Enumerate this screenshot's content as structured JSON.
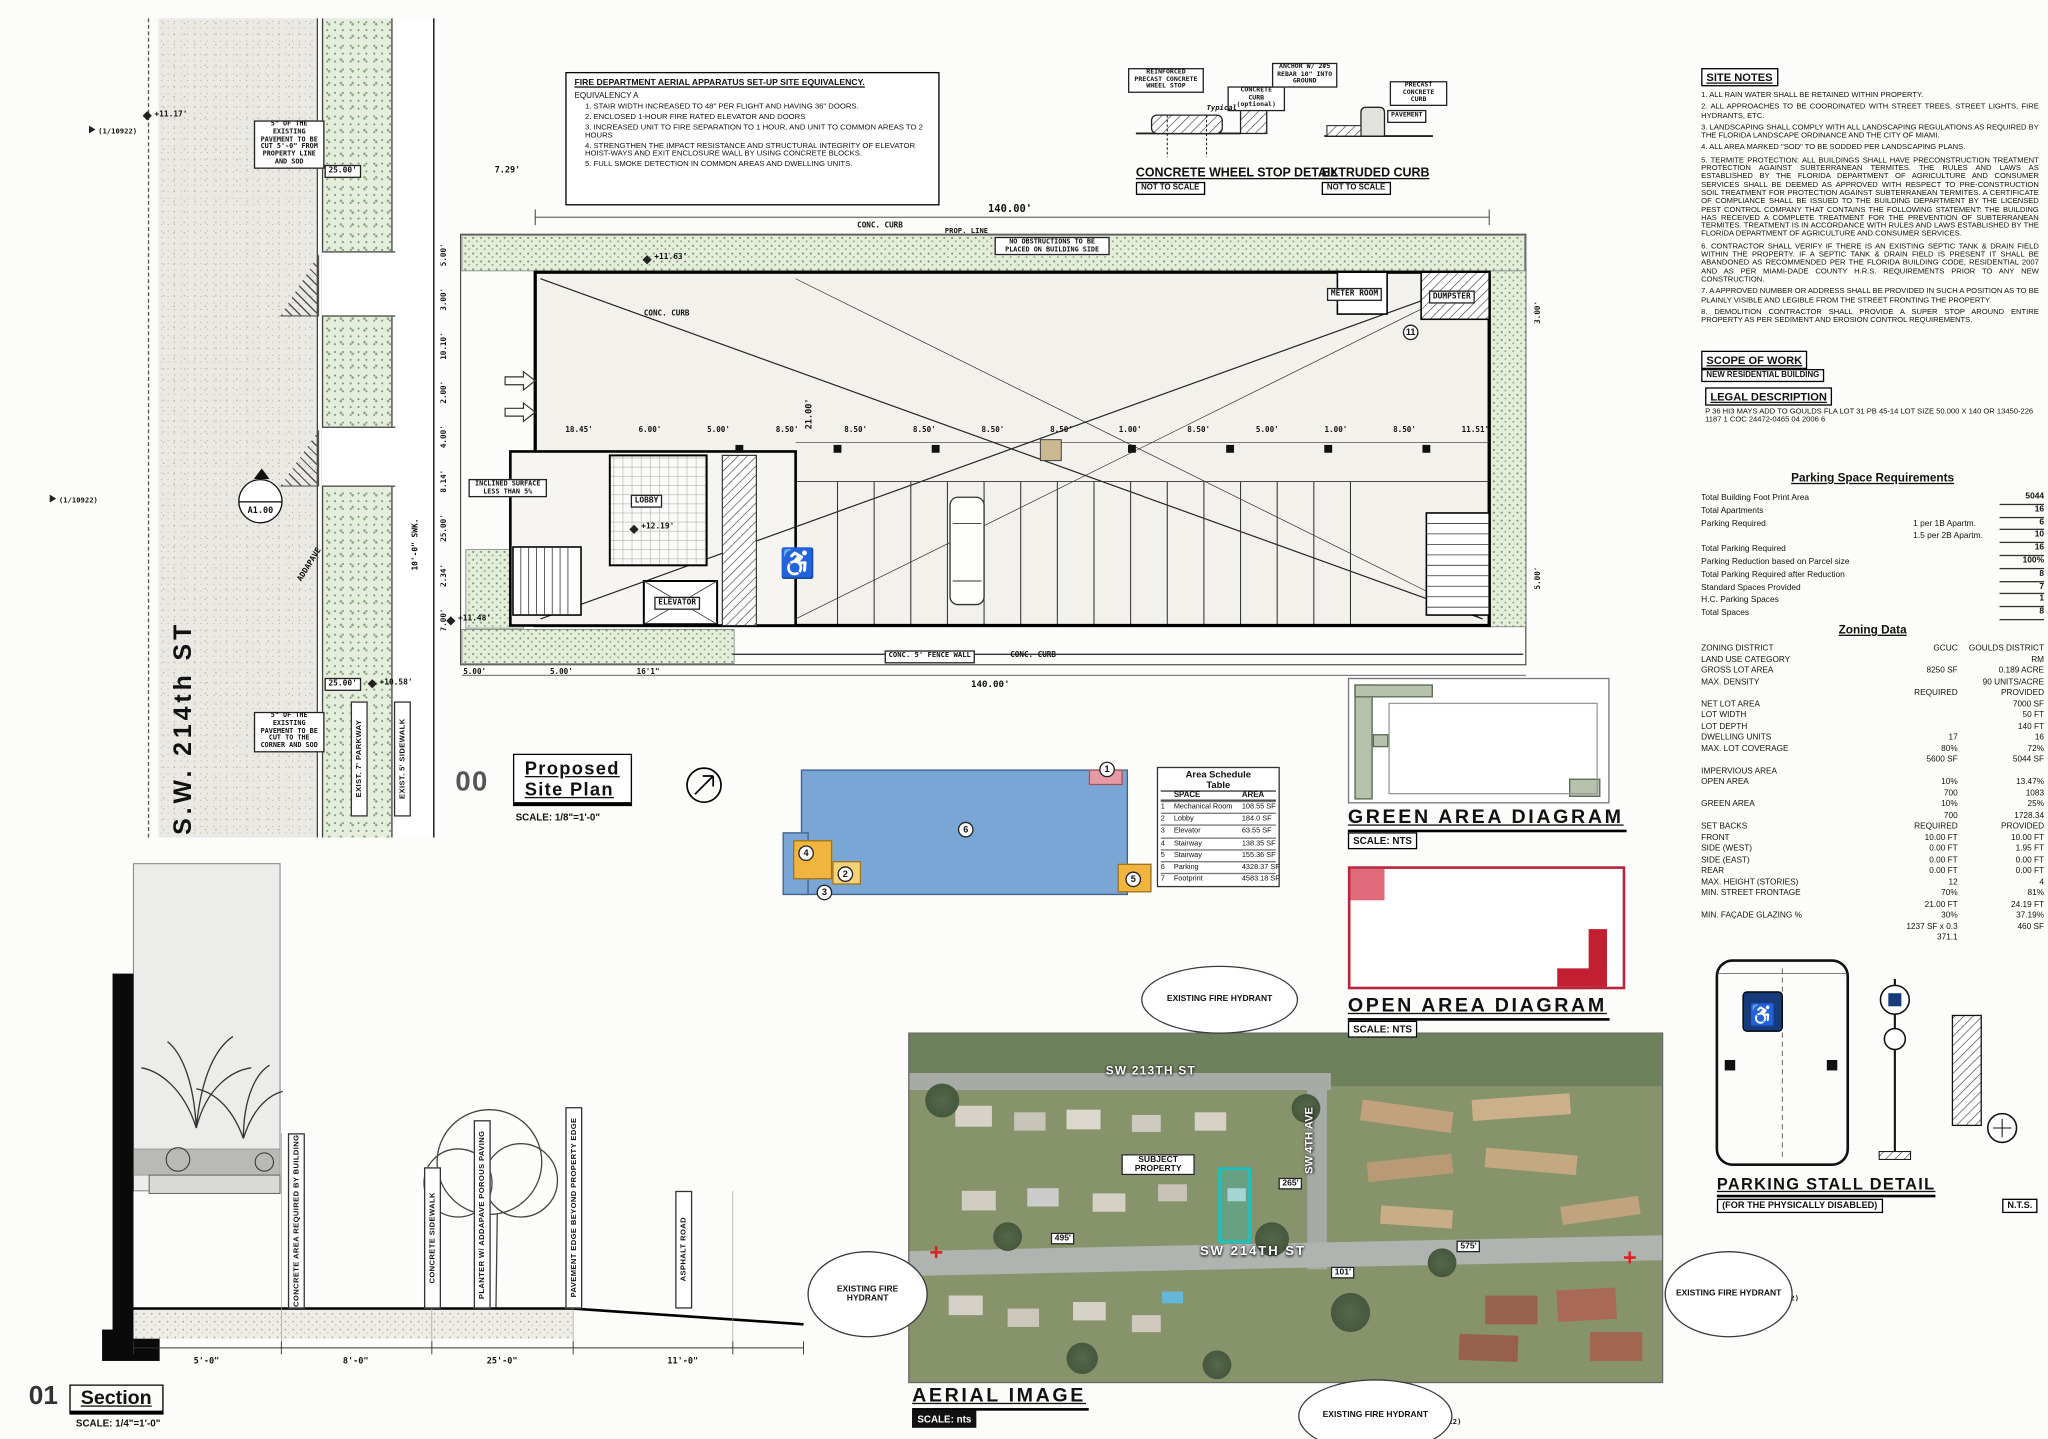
{
  "icons": {
    "wheelchair": "♿"
  },
  "flags": {
    "text": "(1/10922)"
  },
  "street": {
    "name": "S.W. 214th ST",
    "parkway": "EXIST. 7' PARKWAY",
    "sidewalk": "EXIST. 5' SIDEWALK",
    "cut_note_top": "5\" OF THE EXISTING PAVEMENT TO BE CUT 5'-0\" FROM PROPERTY LINE AND SOD",
    "cut_note_bottom": "5\" OF THE EXISTING PAVEMENT TO BE CUT TO THE CORNER AND SOD",
    "station": "25.00'",
    "section_marker": "A1.00",
    "swk": "10'-0\" SWK.",
    "addapave": "ADDAPAVE"
  },
  "fire_equiv": {
    "title": "FIRE DEPARTMENT AERIAL APPARATUS SET-UP SITE EQUIVALENCY.",
    "subtitle": "EQUIVALENCY A",
    "items": [
      "1. STAIR WIDTH INCREASED TO 48\" PER FLIGHT AND HAVING 36\" DOORS.",
      "2. ENCLOSED 1-HOUR FIRE RATED ELEVATOR AND DOORS",
      "3. INCREASED UNIT TO FIRE SEPARATION TO 1 HOUR, AND UNIT TO COMMON AREAS TO 2 HOURS",
      "4. STRENGTHEN THE IMPACT RESISTANCE AND STRUCTURAL INTEGRITY OF ELEVATOR HOIST-WAYS AND EXIT ENCLOSURE WALL BY USING CONCRETE BLOCKS.",
      "5. FULL SMOKE DETECTION IN COMMON AREAS AND DWELLING UNITS."
    ]
  },
  "wheel_stop": {
    "title": "CONCRETE WHEEL STOP DETAIL",
    "scale": "NOT TO SCALE",
    "lbl_wheel": "REINFORCED PRECAST CONCRETE WHEEL STOP",
    "lbl_curb": "CONCRETE CURB (optional)",
    "lbl_typ": "Typical",
    "lbl_anchor": "ANCHOR W/ 2#5 REBAR 10\" INTO GROUND"
  },
  "extruded_curb": {
    "title": "EXTRUDED CURB",
    "scale": "NOT TO SCALE",
    "lbl_precast": "PRECAST CONCRETE CURB",
    "lbl_pavement": "PAVEMENT"
  },
  "site_notes": {
    "title": "SITE NOTES",
    "items": [
      "1. ALL RAIN WATER SHALL BE RETAINED WITHIN PROPERTY.",
      "2. ALL APPROACHES TO BE COORDINATED WITH STREET TREES, STREET LIGHTS, FIRE HYDRANTS, ETC.",
      "3. LANDSCAPING SHALL COMPLY WITH ALL LANDSCAPING REGULATIONS AS REQUIRED BY THE FLORIDA LANDSCAPE ORDINANCE AND THE CITY OF MIAMI.",
      "4. ALL AREA MARKED \"SOD\" TO BE SODDED PER LANDSCAPING PLANS.",
      "5. TERMITE PROTECTION: ALL BUILDINGS SHALL HAVE PRECONSTRUCTION TREATMENT PROTECTION AGAINST SUBTERRANEAN TERMITES. THE RULES AND LAWS AS ESTABLISHED BY THE FLORIDA DEPARTMENT OF AGRICULTURE AND CONSUMER SERVICES SHALL BE DEEMED AS APPROVED WITH RESPECT TO PRE-CONSTRUCTION SOIL TREATMENT FOR PROTECTION AGAINST SUBTERRANEAN TERMITES. A CERTIFICATE OF COMPLIANCE SHALL BE ISSUED TO THE BUILDING DEPARTMENT BY THE LICENSED PEST CONTROL COMPANY THAT CONTAINS THE FOLLOWING STATEMENT: THE BUILDING HAS RECEIVED A COMPLETE TREATMENT FOR THE PREVENTION OF SUBTERRANEAN TERMITES. TREATMENT IS IN ACCORDANCE WITH RULES AND LAWS ESTABLISHED BY THE FLORIDA DEPARTMENT OF AGRICULTURE AND CONSUMER SERVICES.",
      "6. CONTRACTOR SHALL VERIFY IF THERE IS AN EXISTING SEPTIC TANK & DRAIN FIELD WITHIN THE PROPERTY. IF A SEPTIC TANK & DRAIN FIELD IS PRESENT IT SHALL BE ABANDONED AS RECOMMENDED PER THE FLORIDA BUILDING CODE, RESIDENTIAL 2007 AND AS PER MIAMI-DADE COUNTY H.R.S. REQUIREMENTS PRIOR TO ANY NEW CONSTRUCTION.",
      "7. A APPROVED NUMBER OR ADDRESS SHALL BE PROVIDED IN SUCH A POSITION AS TO BE PLAINLY VISIBLE AND LEGIBLE FROM THE STREET FRONTING THE PROPERTY.",
      "8. DEMOLITION CONTRACTOR SHALL PROVIDE A SUPER STOP AROUND ENTIRE PROPERTY AS PER SEDIMENT AND EROSION CONTROL REQUIREMENTS."
    ]
  },
  "scope": {
    "title": "SCOPE OF WORK",
    "text": "NEW RESIDENTIAL BUILDING"
  },
  "legal": {
    "title": "LEGAL DESCRIPTION",
    "text": "P 36 HI3 MAYS ADD TO GOULDS FLA LOT 31 PB 45-14 LOT SIZE 50.000 X 140 OR 13450-226 1187 1 COC 24472-0465 04 2006 6"
  },
  "parking_req": {
    "title": "Parking Space Requirements",
    "rows": [
      {
        "label": "Total Building Foot Print Area",
        "mid": "",
        "val": "5044"
      },
      {
        "label": "Total Apartments",
        "mid": "",
        "val": "16"
      },
      {
        "label": "Parking Required",
        "mid": "1 per 1B Apartm.",
        "val": "6"
      },
      {
        "label": "",
        "mid": "1.5 per 2B Apartm.",
        "val": "10"
      },
      {
        "label": "Total Parking Required",
        "mid": "",
        "val": "16"
      },
      {
        "label": "Parking Reduction based on Parcel size",
        "mid": "",
        "val": "100%"
      },
      {
        "label": "Total Parking Required after Reduction",
        "mid": "",
        "val": "8"
      },
      {
        "label": "Standard Spaces Provided",
        "mid": "",
        "val": "7"
      },
      {
        "label": "H.C. Parking Spaces",
        "mid": "",
        "val": "1"
      },
      {
        "label": "Total Spaces",
        "mid": "",
        "val": "8"
      }
    ]
  },
  "zoning": {
    "title": "Zoning Data",
    "rows": [
      {
        "label": "ZONING DISTRICT",
        "req": "GCUC",
        "prov": "GOULDS DISTRICT"
      },
      {
        "label": "LAND USE CATEGORY",
        "req": "",
        "prov": "RM"
      },
      {
        "label": "GROSS LOT AREA",
        "req": "8250 SF",
        "prov": "0.189 ACRE"
      },
      {
        "label": "MAX. DENSITY",
        "req": "",
        "prov": "90 UNITS/ACRE"
      },
      {
        "label": "",
        "req": "REQUIRED",
        "prov": "PROVIDED"
      },
      {
        "label": "NET LOT AREA",
        "req": "",
        "prov": "7000 SF"
      },
      {
        "label": "LOT WIDTH",
        "req": "",
        "prov": "50 FT"
      },
      {
        "label": "LOT DEPTH",
        "req": "",
        "prov": "140 FT"
      },
      {
        "label": "DWELLING UNITS",
        "req": "17",
        "prov": "16"
      },
      {
        "label": "MAX. LOT COVERAGE",
        "req": "80%",
        "prov": "72%"
      },
      {
        "label": "",
        "req": "5600 SF",
        "prov": "5044 SF"
      },
      {
        "label": "IMPERVIOUS AREA",
        "req": "",
        "prov": ""
      },
      {
        "label": "OPEN AREA",
        "req": "10%",
        "prov": "13.47%"
      },
      {
        "label": "",
        "req": "700",
        "prov": "1083"
      },
      {
        "label": "GREEN AREA",
        "req": "10%",
        "prov": "25%"
      },
      {
        "label": "",
        "req": "700",
        "prov": "1728.34"
      },
      {
        "label": "SET BACKS",
        "req": "REQUIRED",
        "prov": "PROVIDED"
      },
      {
        "label": "FRONT",
        "req": "10.00 FT",
        "prov": "10.00 FT"
      },
      {
        "label": "SIDE (WEST)",
        "req": "0.00 FT",
        "prov": "1.95 FT"
      },
      {
        "label": "SIDE (EAST)",
        "req": "0.00 FT",
        "prov": "0.00 FT"
      },
      {
        "label": "REAR",
        "req": "0.00 FT",
        "prov": "0.00 FT"
      },
      {
        "label": "MAX. HEIGHT (STORIES)",
        "req": "12",
        "prov": "4"
      },
      {
        "label": "MIN. STREET FRONTAGE",
        "req": "70%",
        "prov": "81%"
      },
      {
        "label": "",
        "req": "21.00 FT",
        "prov": "24.19 FT"
      },
      {
        "label": "MIN. FAÇADE GLAZING %",
        "req": "30%",
        "prov": "37.19%"
      },
      {
        "label": "",
        "req": "1237 SF x 0.3",
        "prov": "460 SF"
      },
      {
        "label": "",
        "req": "371.1",
        "prov": ""
      }
    ]
  },
  "site_plan": {
    "labels": {
      "conc_curb": "CONC. CURB",
      "prop_line": "PROP. LINE",
      "no_obstruct": "NO OBSTRUCTIONS TO BE PLACED ON BUILDING SIDE",
      "meter_room": "METER ROOM",
      "dumpster": "DUMPSTER",
      "lobby": "LOBBY",
      "elevator": "ELEVATOR",
      "inclined": "INCLINED SURFACE LESS THAN 5%",
      "fence": "CONC. 5' FENCE WALL"
    },
    "keynote11": "11",
    "elev": {
      "e1": "+11.63'",
      "e2": "+12.19'",
      "e3": "+11.48'",
      "e4": "+10.58'",
      "e5": "+11.17'"
    },
    "dims": {
      "top": "140.00'",
      "bottom": "140.00'",
      "depth": "21.00'",
      "top_left": "7.29'",
      "stall_row": [
        "18.45'",
        "6.00'",
        "5.00'",
        "8.50'",
        "8.50'",
        "8.50'",
        "8.50'",
        "8.50'",
        "1.00'",
        "8.50'",
        "5.00'",
        "1.00'",
        "8.50'",
        "11.51'"
      ],
      "left_col": [
        "5.00'",
        "3.00'",
        "10.10'",
        "2.00'",
        "4.00'",
        "8.14'",
        "25.00'",
        "2.34'",
        "7.00'"
      ],
      "right_col": [
        "3.00'",
        "5.00'"
      ],
      "bottom_row": [
        "5.00'",
        "5.00'",
        "16'1\""
      ]
    }
  },
  "plan_title": {
    "num": "00",
    "line1": "Proposed",
    "line2": "Site Plan",
    "scale": "SCALE: 1/8\"=1'-0\""
  },
  "key_plan": {
    "n1": "1",
    "n2": "2",
    "n3": "3",
    "n4": "4",
    "n5": "5",
    "n6": "6"
  },
  "area_schedule": {
    "title1": "Area Schedule",
    "title2": "Table",
    "col_space": "SPACE",
    "col_area": "AREA",
    "rows": [
      {
        "n": "1",
        "space": "Mechanical Room",
        "area": "108.55 SF"
      },
      {
        "n": "2",
        "space": "Lobby",
        "area": "184.0 SF"
      },
      {
        "n": "3",
        "space": "Elevator",
        "area": "63.55 SF"
      },
      {
        "n": "4",
        "space": "Stairway",
        "area": "138.35 SF"
      },
      {
        "n": "5",
        "space": "Stairway",
        "area": "155.36 SF"
      },
      {
        "n": "6",
        "space": "Parking",
        "area": "4328.37 SF"
      },
      {
        "n": "7",
        "space": "Footprint",
        "area": "4583.18 SF"
      }
    ]
  },
  "green_diag": {
    "title": "GREEN AREA DIAGRAM",
    "scale": "SCALE: NTS"
  },
  "open_diag": {
    "title": "OPEN AREA DIAGRAM",
    "scale": "SCALE: NTS"
  },
  "stall_detail": {
    "title": "PARKING STALL DETAIL",
    "sub": "(FOR THE PHYSICALLY DISABLED)",
    "scale": "N.T.S."
  },
  "section_title": {
    "num": "01",
    "name": "Section",
    "scale": "SCALE: 1/4\"=1'-0\""
  },
  "section": {
    "strips": [
      "CONCRETE AREA REQUIRED BY BUILDING",
      "CONCRETE SIDEWALK",
      "PLANTER W/ ADDAPAVE POROUS PAVING",
      "PAVEMENT EDGE BEYOND PROPERTY EDGE",
      "ASPHALT ROAD"
    ],
    "dims": [
      "5'-0\"",
      "8'-0\"",
      "25'-0\"",
      "11'-0\""
    ]
  },
  "aerial": {
    "title": "AERIAL IMAGE",
    "scale": "SCALE: nts",
    "st_213": "SW 213TH ST",
    "st_214": "SW 214TH ST",
    "ave_4": "SW 4TH AVE",
    "subject": "SUBJECT PROPERTY",
    "d_495": "495'",
    "d_265": "265'",
    "d_101": "101'",
    "d_575": "575'",
    "hydrant": "EXISTING FIRE HYDRANT"
  }
}
